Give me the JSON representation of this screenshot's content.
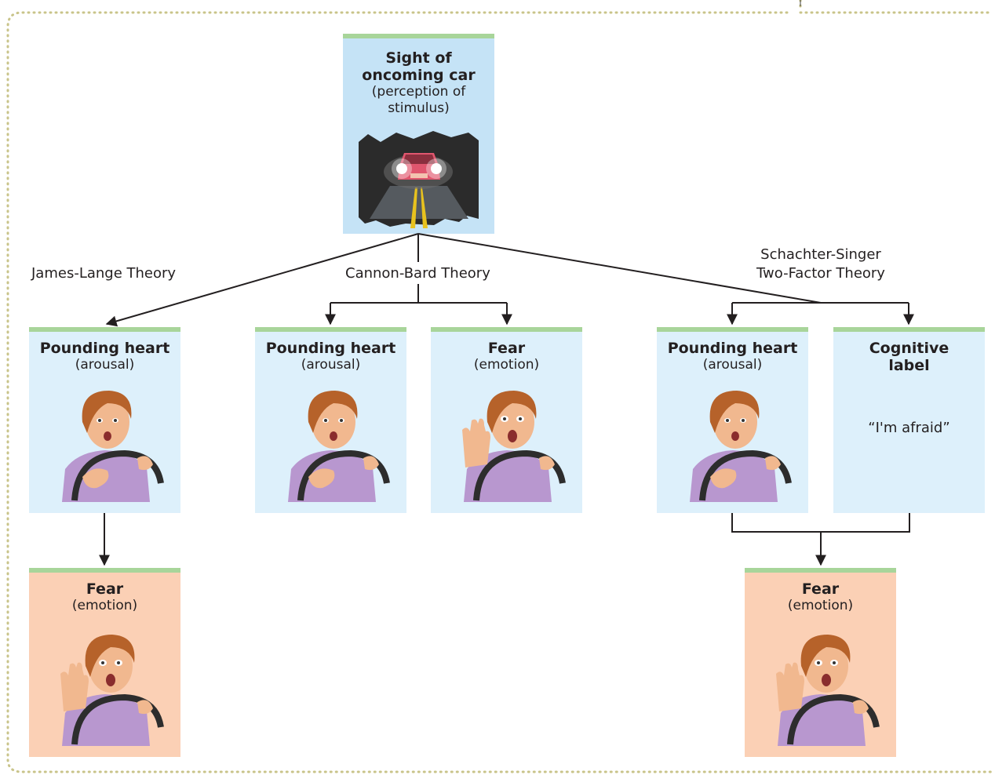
{
  "stimulus": {
    "title": "Sight of oncoming car",
    "subtitle": "(perception of stimulus)",
    "illustration": "car-headlights-night-road-illustration"
  },
  "theories": {
    "james_lange": "James-Lange Theory",
    "cannon_bard": "Cannon-Bard Theory",
    "schachter_singer_line1": "Schachter-Singer",
    "schachter_singer_line2": "Two-Factor Theory"
  },
  "boxes": {
    "jl_arousal": {
      "title": "Pounding heart",
      "subtitle": "(arousal)"
    },
    "jl_fear": {
      "title": "Fear",
      "subtitle": "(emotion)"
    },
    "cb_arousal": {
      "title": "Pounding heart",
      "subtitle": "(arousal)"
    },
    "cb_fear": {
      "title": "Fear",
      "subtitle": "(emotion)"
    },
    "ss_arousal": {
      "title": "Pounding heart",
      "subtitle": "(arousal)"
    },
    "ss_label": {
      "title": "Cognitive label",
      "quote": "“I'm afraid”"
    },
    "ss_fear": {
      "title": "Fear",
      "subtitle": "(emotion)"
    }
  },
  "colors": {
    "stimulus_box": "#c5e3f6",
    "arousal_box": "#ddf0fb",
    "emotion_box": "#fbd0b5",
    "box_top_border": "#a8d59a",
    "frame_dots": "#c9c48a"
  }
}
